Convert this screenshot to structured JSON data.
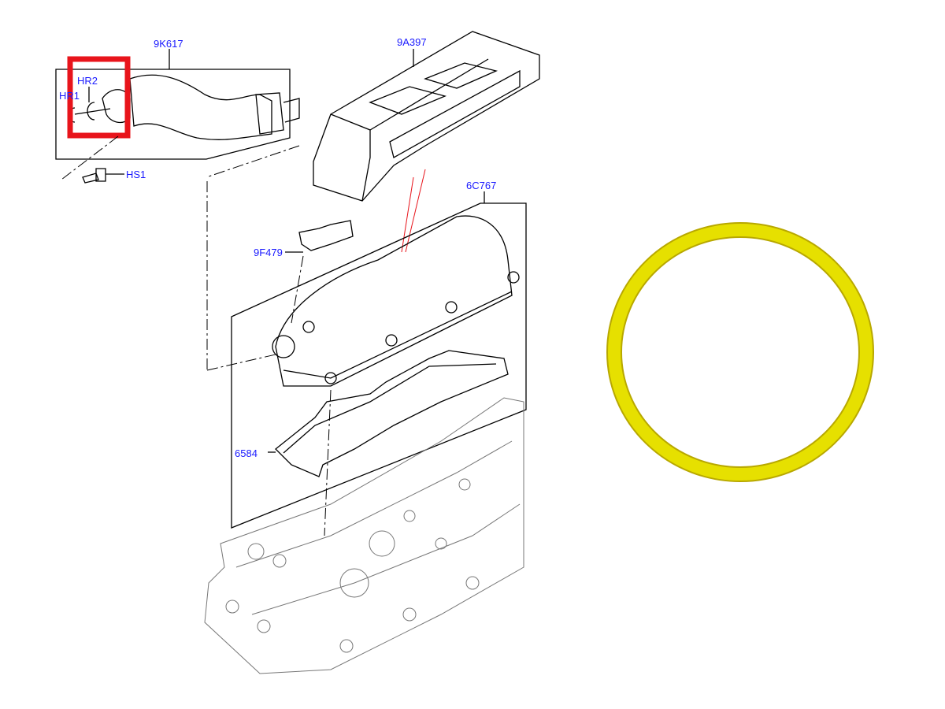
{
  "labels": {
    "hose": "9K617",
    "clamp_hr2": "HR2",
    "clamp_hr1": "HR1",
    "screw_hs1": "HS1",
    "engine_cover": "9A397",
    "valve_cover": "6C767",
    "sensor": "9F479",
    "gasket": "6584"
  },
  "colors": {
    "label": "#1a1aff",
    "highlight": "#e8141b",
    "oring": "#e6e000",
    "oring_edge": "#b8a800"
  }
}
